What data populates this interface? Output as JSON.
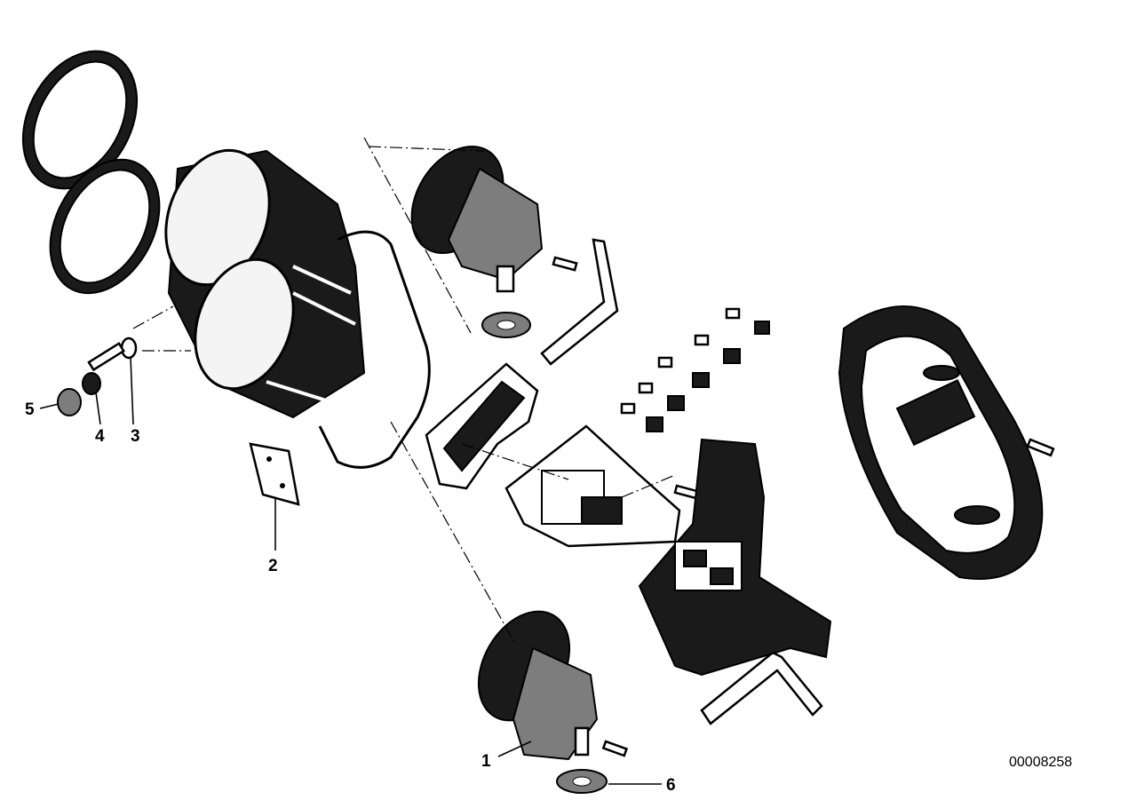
{
  "callouts": [
    {
      "id": "1",
      "label": "1"
    },
    {
      "id": "2",
      "label": "2"
    },
    {
      "id": "3",
      "label": "3"
    },
    {
      "id": "4",
      "label": "4"
    },
    {
      "id": "5",
      "label": "5"
    },
    {
      "id": "6",
      "label": "6"
    }
  ],
  "diagram_ref": "00008258"
}
